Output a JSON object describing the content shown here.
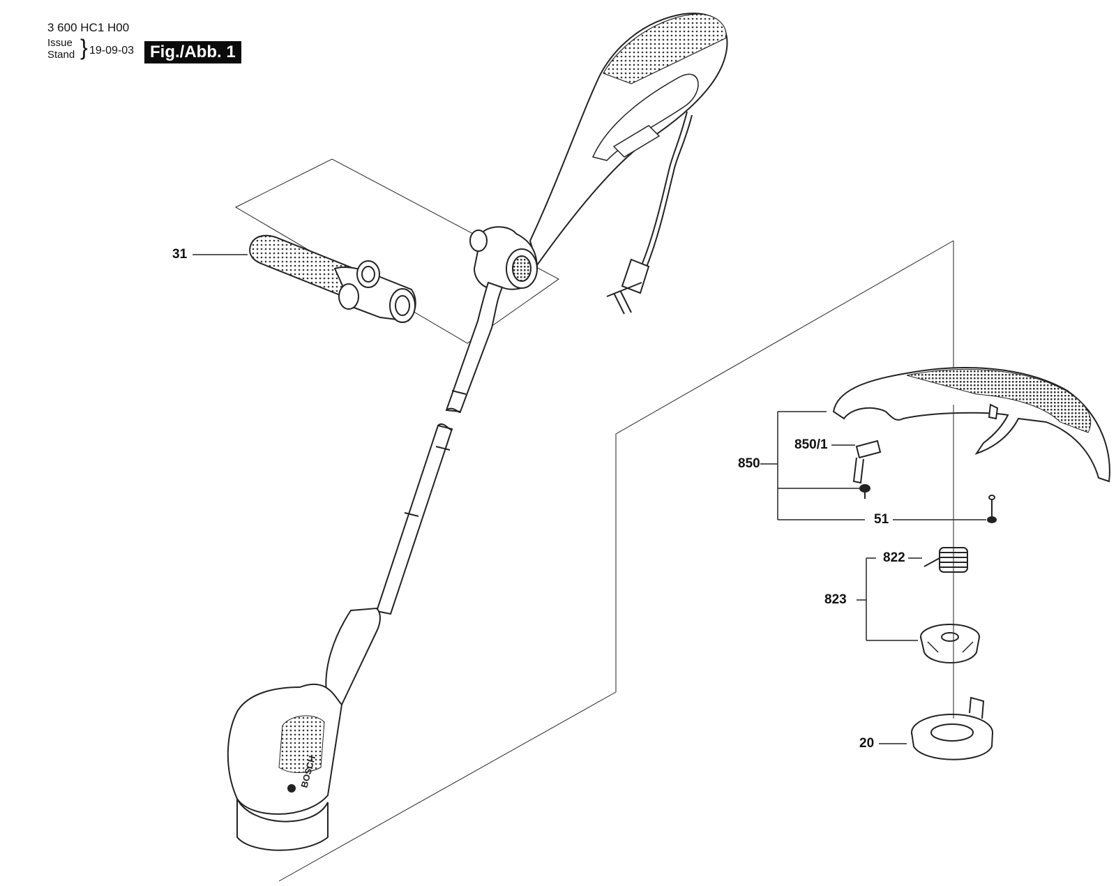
{
  "header": {
    "part_number": "3 600 HC1 H00",
    "issue_label": "Issue",
    "stand_label": "Stand",
    "issue_date": "19-09-03",
    "figure_tag": "Fig./Abb. 1"
  },
  "callouts": {
    "c31": "31",
    "c850": "850",
    "c850_1": "850/1",
    "c51": "51",
    "c822": "822",
    "c823": "823",
    "c20": "20"
  },
  "drawing": {
    "brand_mark": "BOSCH"
  }
}
